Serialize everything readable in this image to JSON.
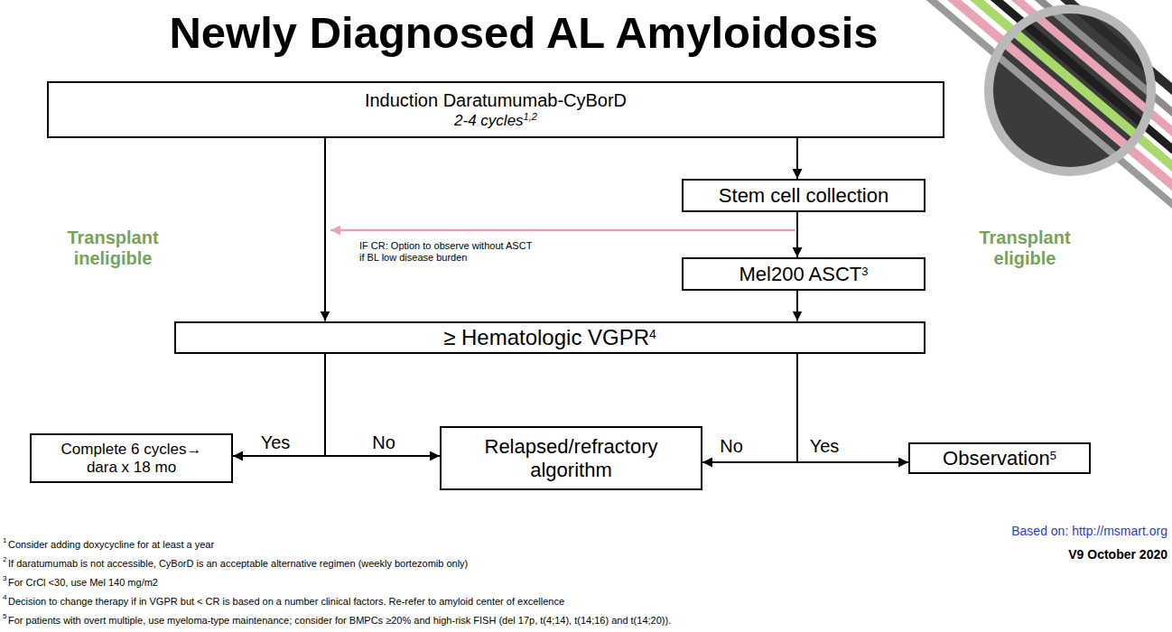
{
  "diagram": {
    "title": "Newly Diagnosed AL Amyloidosis",
    "nodes": [
      {
        "text": [
          "Induction Daratumumab-CyBorD",
          "2-4 cycles",
          "1,2"
        ]
      },
      {
        "text": [
          "Stem cell collection"
        ]
      },
      {
        "text": [
          "Mel200 ASCT",
          "3"
        ]
      },
      {
        "text": [
          "≥ Hematologic VGPR",
          "4"
        ]
      },
      {
        "text": [
          "Complete 6 cycles→ dara x 18 mo"
        ]
      },
      {
        "text": [
          "Relapsed/refractory algorithm"
        ]
      },
      {
        "text": [
          "Observation",
          "5"
        ]
      }
    ],
    "edges": [
      {
        "from": 0,
        "to": 1,
        "arrow": "to"
      },
      {
        "from": 1,
        "to": 2,
        "arrow": "to"
      },
      {
        "from": 2,
        "to": 3,
        "arrow": "to"
      },
      {
        "from": 0,
        "to": 3,
        "arrow": "to"
      },
      {
        "from": 3,
        "to": 4,
        "label": "Yes",
        "arrow": "to"
      },
      {
        "from": 3,
        "to": 5,
        "label": "No",
        "arrow": "to"
      },
      {
        "from": 3,
        "to": 5,
        "label": "No",
        "arrow": "to"
      },
      {
        "from": 3,
        "to": 6,
        "label": "Yes",
        "arrow": "to"
      }
    ],
    "labels": [
      "Transplant ineligible",
      "Transplant eligible",
      "IF CR: Option to observe without ASCT if BL low disease burden",
      "1",
      "Consider adding doxycycline for at least a year",
      "2",
      "If daratumumab is not accessible, CyBorD is an acceptable alternative regimen (weekly bortezomib only)",
      "3",
      "For CrCl <30, use Mel 140 mg/m2",
      "4",
      "Decision to change therapy if in VGPR but < CR is based on a number clinical factors. Re-refer to amyloid center of excellence",
      "5",
      "For patients with overt multiple, use myeloma-type maintenance; consider for BMPCs ≥20% and high-risk FISH (del 17p, t(4;14), t(14;16) and t(14;20)).",
      "Based on: http://msmart.org",
      "V9 October 2020"
    ]
  }
}
